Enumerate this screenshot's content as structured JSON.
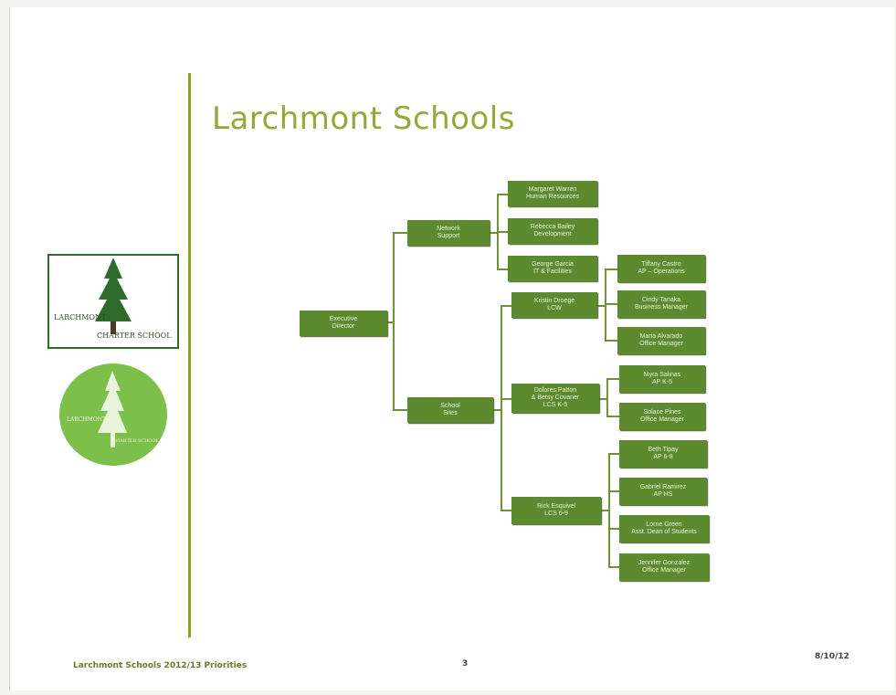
{
  "slide": {
    "title": "Larchmont Schools",
    "footer_left": "Larchmont Schools 2012/13 Priorities",
    "page_number": "3",
    "date": "8/10/12"
  },
  "logos": {
    "rect_line1": "LARCHMONT",
    "rect_line2": "CHARTER SCHOOL",
    "circle_line1": "LARCHMONT",
    "circle_line2": "CHARTER SCHOOL"
  },
  "org": {
    "executive": [
      "Executive",
      "Director"
    ],
    "network_support": [
      "Network",
      "Support"
    ],
    "school_sites": [
      "School",
      "Sites"
    ],
    "network_children": [
      [
        "Margaret Warren",
        "Human Resources"
      ],
      [
        "Rebecca Bailey",
        "Development"
      ],
      [
        "George Garcia",
        "IT & Facilities"
      ]
    ],
    "site_heads": [
      [
        "Kristin Droege",
        "LCW"
      ],
      [
        "Dolores Patton",
        "& Betsy Covaner",
        "LCS K-5"
      ],
      [
        "Rick Esquivel",
        "LCS 6-9"
      ]
    ],
    "lcw_children": [
      [
        "Tiffany Castro",
        "AP – Operations"
      ],
      [
        "Cindy Tanaka",
        "Business Manager"
      ],
      [
        "Maria Alvarado",
        "Office Manager"
      ]
    ],
    "k5_children": [
      [
        "Myra Salinas",
        "AP K-5"
      ],
      [
        "Solace Pines",
        "Office Manager"
      ]
    ],
    "upper_children": [
      [
        "Beth Tipay",
        "AP 6-8"
      ],
      [
        "Gabriel Ramirez",
        "AP HS"
      ],
      [
        "Lorne Green",
        "Asst. Dean of Students"
      ],
      [
        "Jennifer Gonzalez",
        "Office Manager"
      ]
    ]
  }
}
